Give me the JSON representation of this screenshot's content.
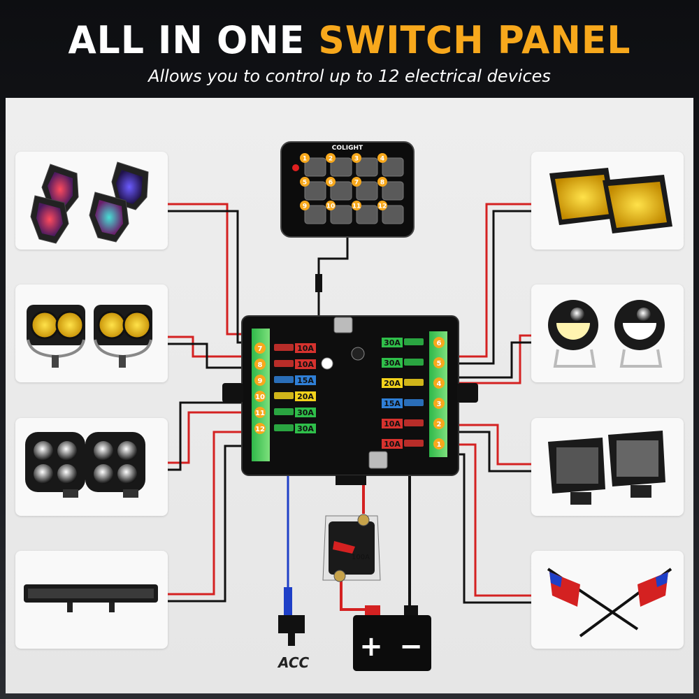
{
  "header": {
    "title_main": "ALL IN ONE",
    "title_highlight": "SWITCH PANEL",
    "subtitle": "Allows you to control up to 12 electrical devices"
  },
  "controller": {
    "brand": "COLIGHT",
    "buttons": [
      "1",
      "2",
      "3",
      "4",
      "5",
      "6",
      "7",
      "8",
      "9",
      "10",
      "11",
      "12"
    ]
  },
  "fuse_box": {
    "left_fuses": [
      {
        "terminal": "7",
        "rating": "10A",
        "color": "#d6322e"
      },
      {
        "terminal": "8",
        "rating": "10A",
        "color": "#d6322e"
      },
      {
        "terminal": "9",
        "rating": "15A",
        "color": "#2f7fd6"
      },
      {
        "terminal": "10",
        "rating": "20A",
        "color": "#f2d21c"
      },
      {
        "terminal": "11",
        "rating": "30A",
        "color": "#2fbf4a"
      },
      {
        "terminal": "12",
        "rating": "30A",
        "color": "#2fbf4a"
      }
    ],
    "right_fuses": [
      {
        "terminal": "6",
        "rating": "30A",
        "color": "#2fbf4a"
      },
      {
        "terminal": "5",
        "rating": "30A",
        "color": "#2fbf4a"
      },
      {
        "terminal": "4",
        "rating": "20A",
        "color": "#f2d21c"
      },
      {
        "terminal": "3",
        "rating": "15A",
        "color": "#2f7fd6"
      },
      {
        "terminal": "2",
        "rating": "10A",
        "color": "#d6322e"
      },
      {
        "terminal": "1",
        "rating": "10A",
        "color": "#d6322e"
      }
    ]
  },
  "breaker": {
    "label": "100A"
  },
  "battery": {
    "plus": "+",
    "minus": "−"
  },
  "acc_label": "ACC",
  "colors": {
    "accent": "#f7a81c",
    "wire_red": "#d42121",
    "wire_black": "#111111",
    "wire_blue": "#1e3fc7",
    "panel_bg": "#ececec"
  }
}
